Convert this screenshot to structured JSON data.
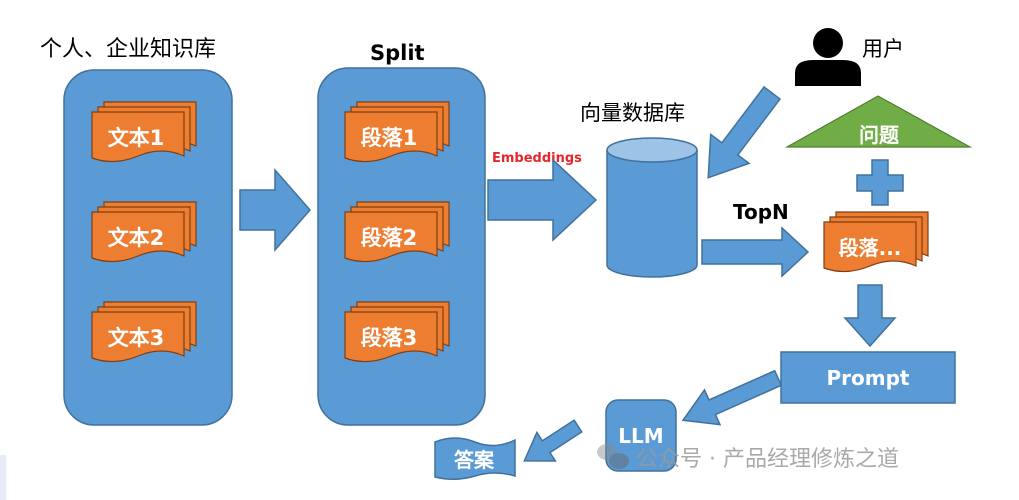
{
  "title": "个人、企业知识库",
  "knowledge_docs": [
    "文本1",
    "文本2",
    "文本3"
  ],
  "split_label": "Split",
  "split_chunks": [
    "段落1",
    "段落2",
    "段落3"
  ],
  "embeddings_label": "Embeddings",
  "vector_db_label": "向量数据库",
  "user_label": "用户",
  "question_label": "问题",
  "topn_label": "TopN",
  "retrieved_chunks_label": "段落...",
  "prompt_label": "Prompt",
  "llm_label": "LLM",
  "answer_label": "答案",
  "watermark": "公众号 · 产品经理修炼之道",
  "colors": {
    "blue": "#5b9bd5",
    "blue_border": "#41719c",
    "orange": "#ed7d31",
    "green": "#70ad47",
    "red": "#e8262a"
  }
}
